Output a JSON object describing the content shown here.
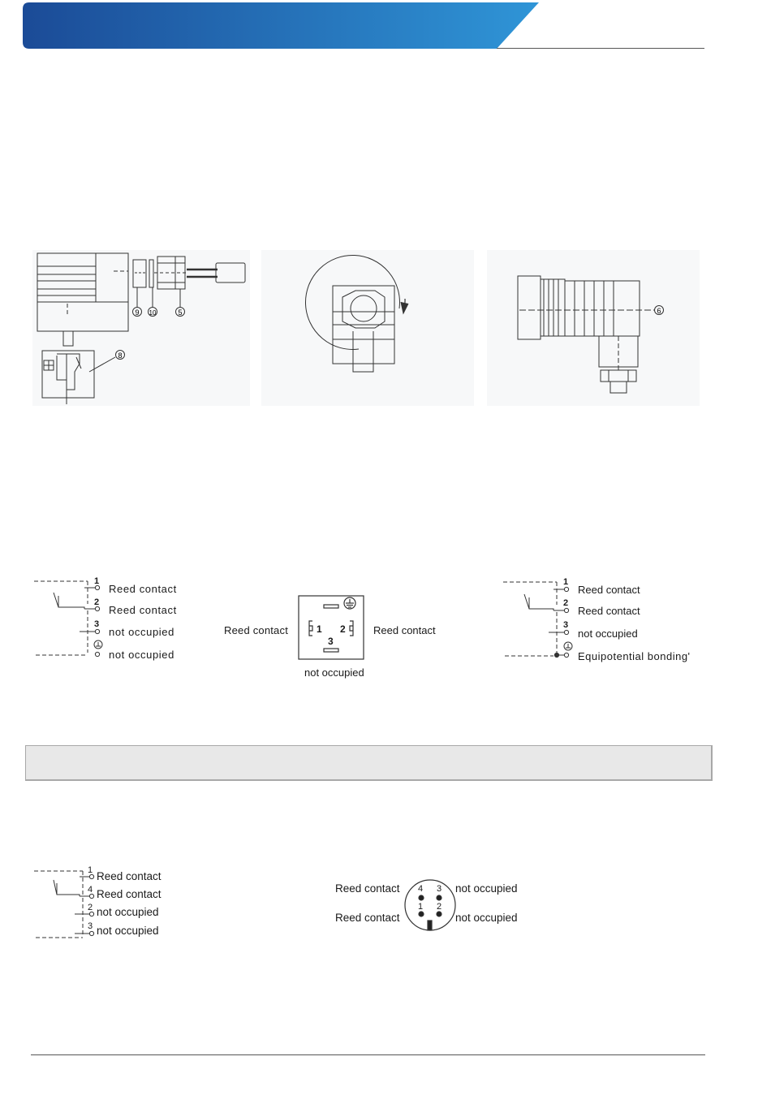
{
  "header": {
    "accent_colors": [
      "#1b4b97",
      "#2f95d7"
    ]
  },
  "figures": {
    "callouts": [
      "9",
      "10",
      "5",
      "8",
      "6"
    ]
  },
  "wiring_a": {
    "pins": [
      "1",
      "2",
      "3"
    ],
    "labels": [
      "Reed contact",
      "Reed contact",
      "not occupied",
      "not occupied"
    ]
  },
  "connector_a": {
    "left_label": "Reed contact",
    "right_label": "Reed contact",
    "bottom_label": "not occupied",
    "pins": [
      "1",
      "2",
      "3"
    ]
  },
  "wiring_b": {
    "pins": [
      "1",
      "2",
      "3"
    ],
    "labels": [
      "Reed contact",
      "Reed contact",
      "not occupied",
      "Equipotential bonding'"
    ]
  },
  "wiring_c": {
    "pins": [
      "1",
      "4",
      "2",
      "3"
    ],
    "labels": [
      "Reed contact",
      "Reed contact",
      "not occupied",
      "not occupied"
    ]
  },
  "connector_b": {
    "pins": [
      "4",
      "3",
      "1",
      "2"
    ],
    "left_labels": [
      "Reed contact",
      "Reed contact"
    ],
    "right_labels": [
      "not occupied",
      "not occupied"
    ]
  }
}
